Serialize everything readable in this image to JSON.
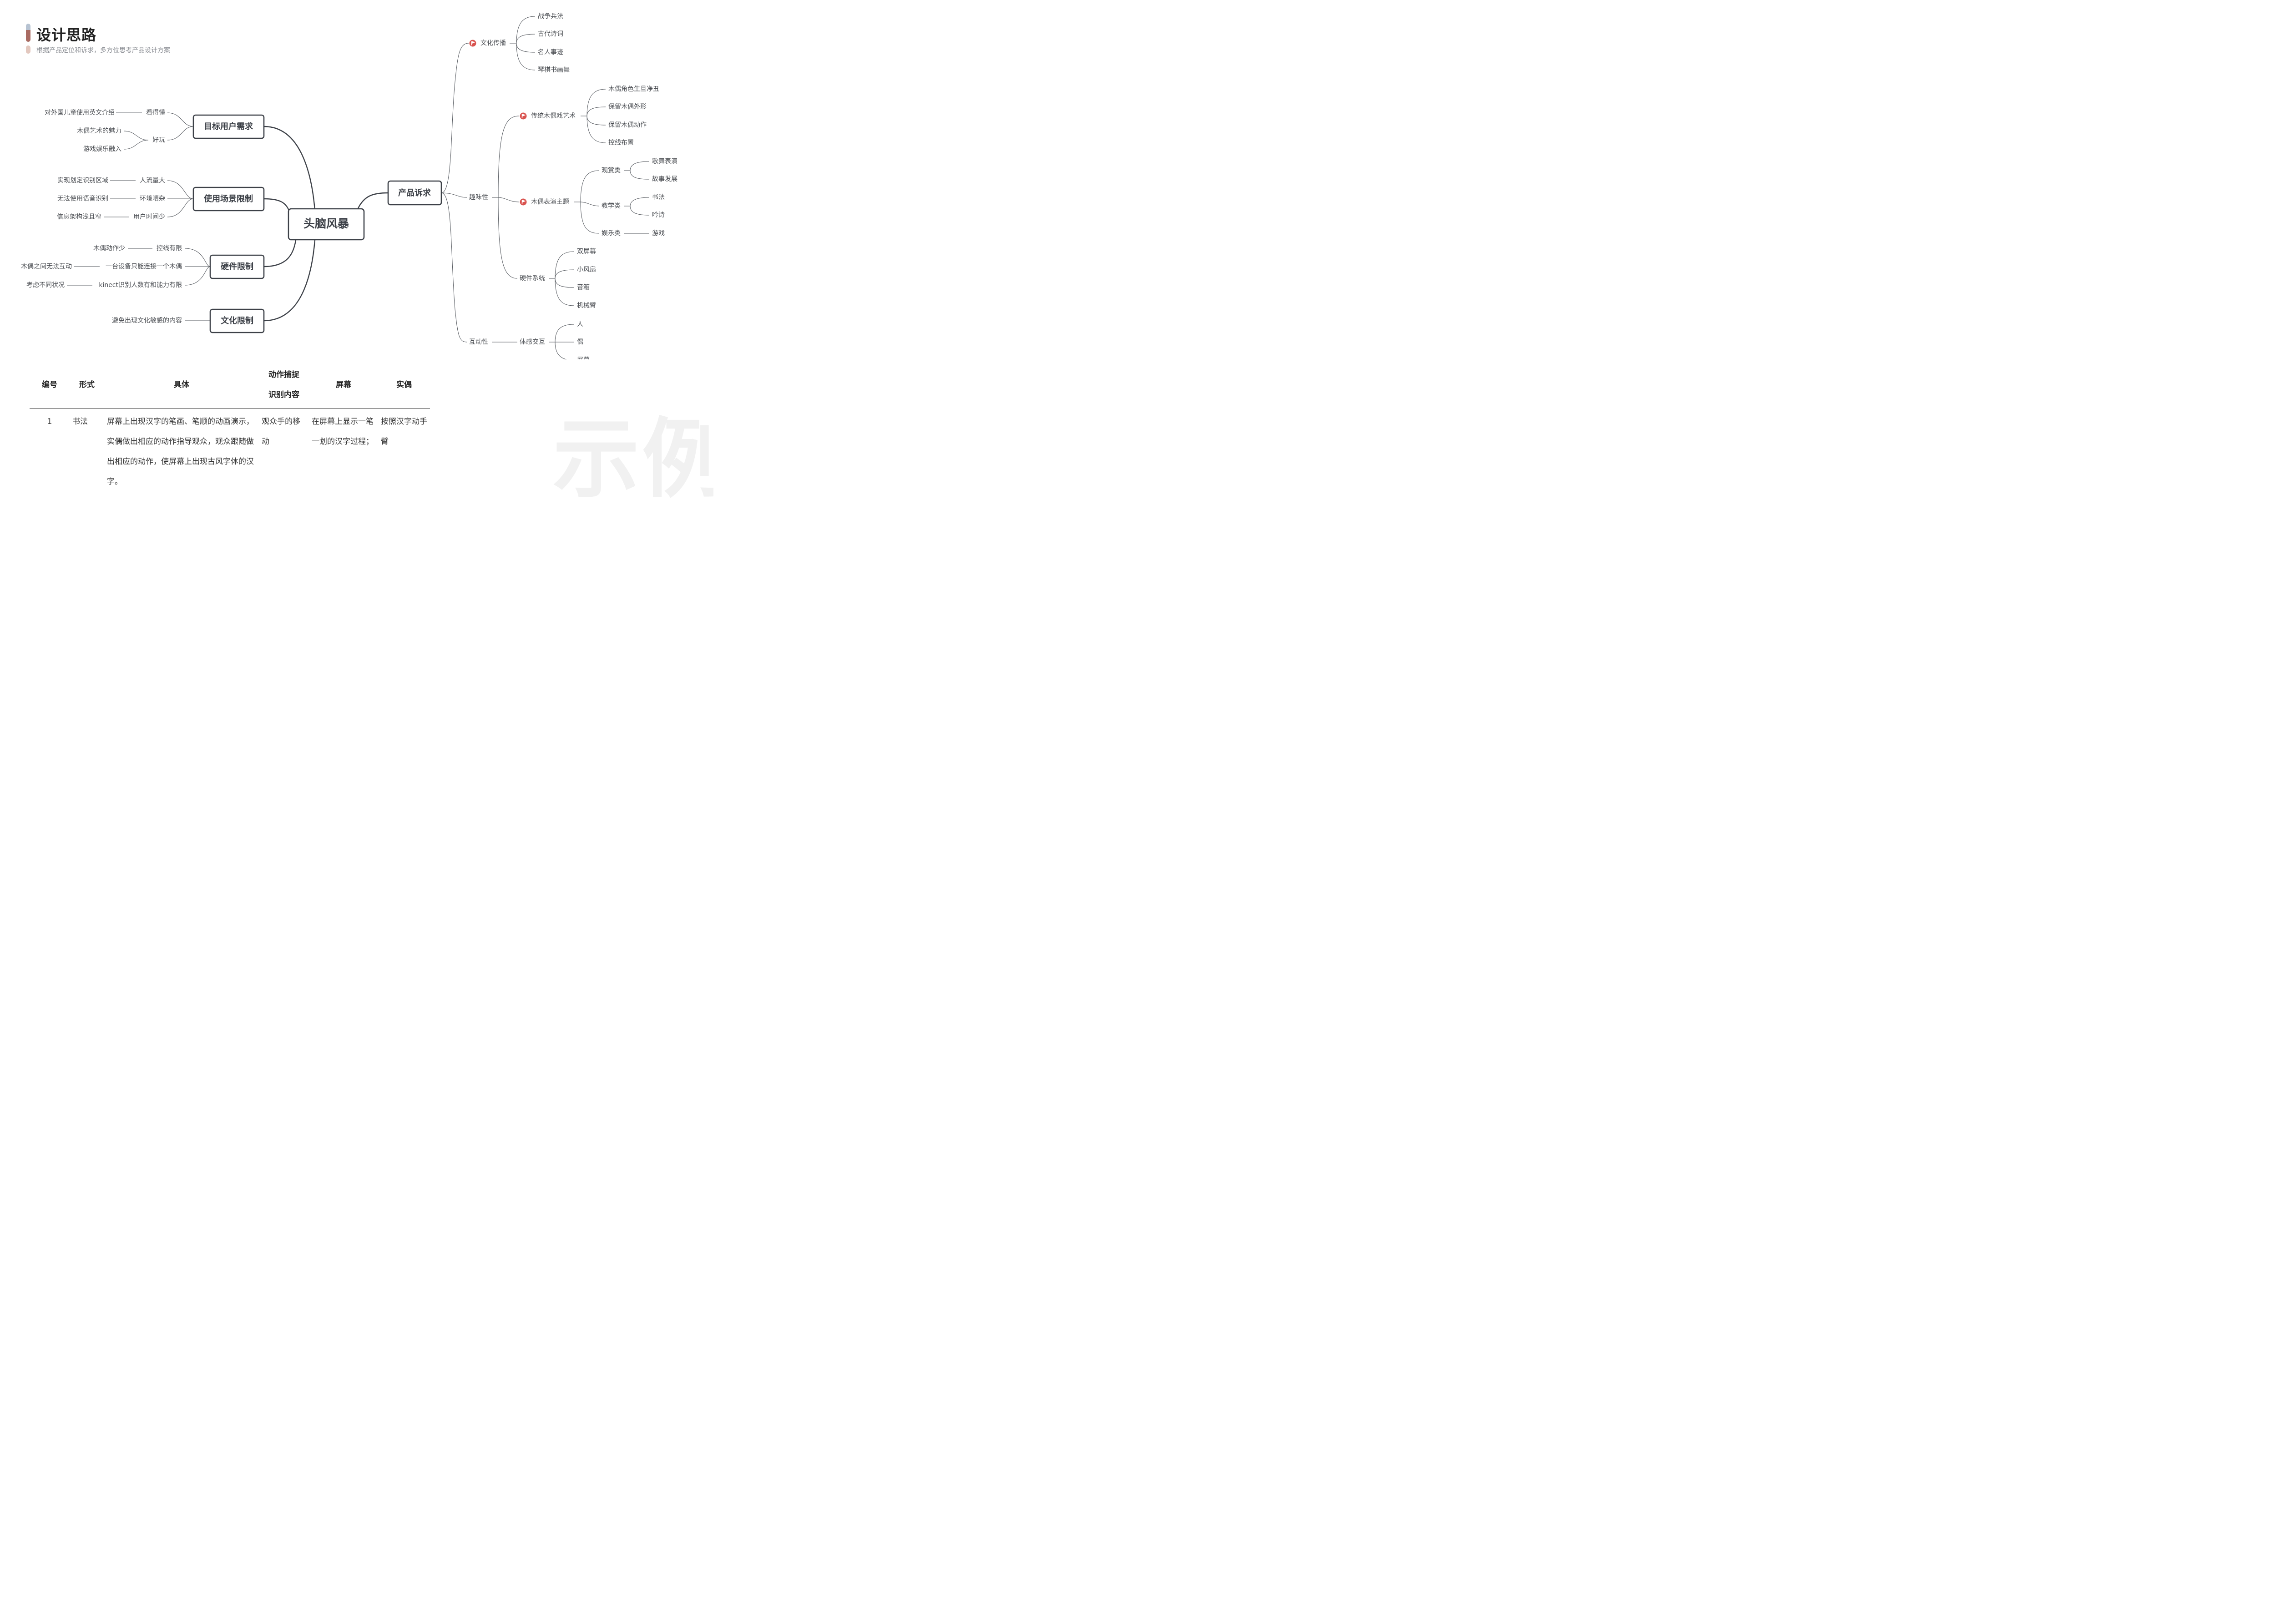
{
  "header": {
    "title": "设计思路",
    "subtitle": "根据产品定位和诉求，多方位思考产品设计方案"
  },
  "mindmap": {
    "root": "头脑风暴",
    "left_branches": {
      "target_users": {
        "label": "目标用户需求",
        "understand": "看得懂",
        "understand_child": "对外国儿童使用英文介绍",
        "fun": "好玩",
        "fun_children": [
          "木偶艺术的魅力",
          "游戏娱乐融入"
        ]
      },
      "scene": {
        "label": "使用场景限制",
        "pairs": [
          {
            "mid": "人流量大",
            "leaf": "实现划定识别区域"
          },
          {
            "mid": "环境嘈杂",
            "leaf": "无法使用语音识别"
          },
          {
            "mid": "用户时间少",
            "leaf": "信息架构浅且窄"
          }
        ]
      },
      "hardware": {
        "label": "硬件限制",
        "pairs": [
          {
            "mid": "控线有限",
            "leaf": "木偶动作少"
          },
          {
            "mid": "一台设备只能连接一个木偶",
            "leaf": "木偶之间无法互动"
          },
          {
            "mid": "kinect识别人数有和能力有限",
            "leaf": "考虑不同状况"
          }
        ]
      },
      "culture": {
        "label": "文化限制",
        "leaf": "避免出现文化敏感的内容"
      }
    },
    "right": {
      "label": "产品诉求",
      "culture_spread": {
        "label": "文化传播",
        "children": [
          "战争兵法",
          "古代诗词",
          "名人事迹",
          "琴棋书画舞"
        ]
      },
      "fun": {
        "label": "趣味性",
        "puppet_art": {
          "label": "传统木偶戏艺术",
          "children": [
            "木偶角色生旦净丑",
            "保留木偶外形",
            "保留木偶动作",
            "控线布置"
          ]
        },
        "puppet_theme": {
          "label": "木偶表演主题",
          "watch": {
            "label": "观赏类",
            "children": [
              "歌舞表演",
              "故事发展"
            ]
          },
          "teach": {
            "label": "教学类",
            "children": [
              "书法",
              "吟诗"
            ]
          },
          "play": {
            "label": "娱乐类",
            "child": "游戏"
          }
        },
        "hardware_system": {
          "label": "硬件系统",
          "children": [
            "双屏幕",
            "小风扇",
            "音箱",
            "机械臂"
          ]
        }
      },
      "interactive": {
        "label": "互动性",
        "somatosensory": {
          "label": "体感交互",
          "children": [
            "人",
            "偶",
            "屏幕"
          ]
        }
      }
    }
  },
  "table": {
    "headers": {
      "num": "编号",
      "form": "形式",
      "detail": "具体",
      "capture_l1": "动作捕捉",
      "capture_l2": "识别内容",
      "screen": "屏幕",
      "puppet": "实偶"
    },
    "rows": [
      {
        "num": "1",
        "form": "书法",
        "detail": "屏幕上出现汉字的笔画、笔顺的动画演示，实偶做出相应的动作指导观众，观众跟随做出相应的动作，使屏幕上出现古风字体的汉字。",
        "capture": "观众手的移动",
        "screen": "在屏幕上显示一笔一划的汉字过程；",
        "puppet": "按照汉字动手臂"
      }
    ]
  },
  "watermark": "示例",
  "colors": {
    "node_border": "#3d4148",
    "line": "#55595f",
    "flag": "#d9534f"
  }
}
